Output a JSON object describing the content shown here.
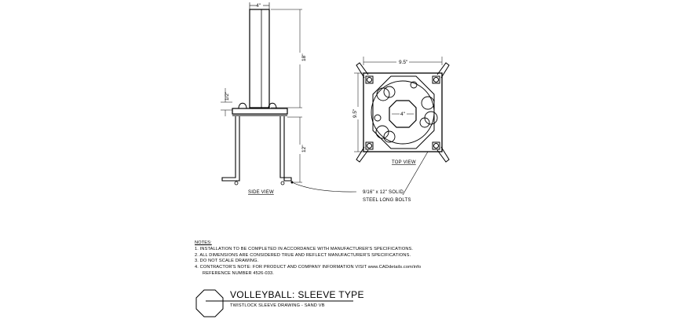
{
  "side_view": {
    "label": "SIDE VIEW",
    "dim_pipe_width": "4\"",
    "dim_pipe_height": "18\"",
    "dim_plate_gap": "1/2\"",
    "dim_leg_height": "12\""
  },
  "top_view": {
    "label": "TOP VIEW",
    "dim_width": "9.5\"",
    "dim_height": "9.5\"",
    "dim_center": "4\""
  },
  "callout": {
    "line1": "9/16\" x 12\" SOLID",
    "line2": "STEEL LONG BOLTS"
  },
  "notes": {
    "heading": "NOTES:",
    "items": [
      "1.  INSTALLATION TO BE COMPLETED IN ACCORDANCE WITH MANUFACTURER'S SPECIFICATIONS.",
      "2.  ALL DIMENSIONS ARE CONSIDERED TRUE AND REFLECT MANUFACTURER'S SPECIFICATIONS.",
      "3.  DO NOT SCALE DRAWING.",
      "4.  CONTRACTOR'S NOTE: FOR PRODUCT AND COMPANY INFORMATION VISIT www.CADdetails.com/info"
    ],
    "reference": "REFERENCE NUMBER 4526-033."
  },
  "title_block": {
    "title": "VOLLEYBALL: SLEEVE TYPE",
    "subtitle": "TWISTLOCK SLEEVE DRAWING - SAND VB"
  }
}
